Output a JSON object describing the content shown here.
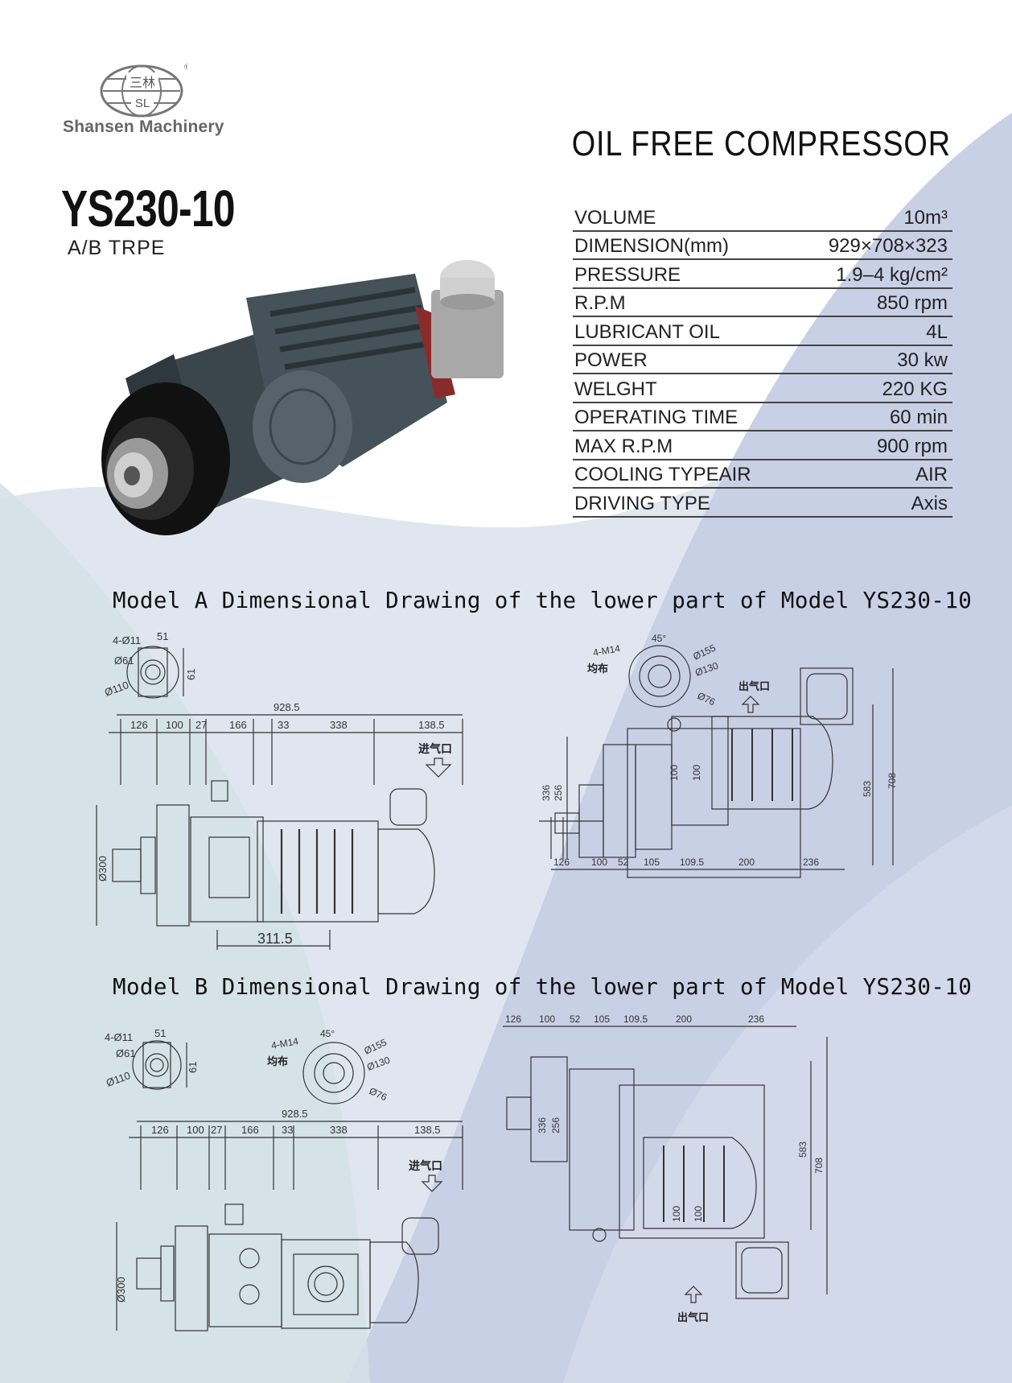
{
  "brand": {
    "name": "Shansen Machinery",
    "logo_glyphs": "三林",
    "logo_initials": "SL",
    "registered": "®"
  },
  "title": "OIL FREE COMPRESSOR",
  "model": {
    "name": "YS230-10",
    "subtype": "A/B  TRPE"
  },
  "specs": [
    {
      "label": "VOLUME",
      "value": "10m³"
    },
    {
      "label": "DIMENSION(mm)",
      "value": "929×708×323"
    },
    {
      "label": "PRESSURE",
      "value": "1.9–4 kg/cm²"
    },
    {
      "label": "R.P.M",
      "value": "850 rpm"
    },
    {
      "label": "LUBRICANT OIL",
      "value": "4L"
    },
    {
      "label": "POWER",
      "value": "30 kw"
    },
    {
      "label": "WELGHT",
      "value": "220 KG"
    },
    {
      "label": "OPERATING TIME",
      "value": "60 min"
    },
    {
      "label": "MAX R.P.M",
      "value": "900 rpm"
    },
    {
      "label": "COOLING TYPEAIR",
      "value": "AIR"
    },
    {
      "label": "DRIVING TYPE",
      "value": "Axis"
    }
  ],
  "sections": {
    "model_a": "Model A Dimensional Drawing of the lower part of Model YS230-10",
    "model_b": "Model B Dimensional Drawing of the lower part of Model YS230-10"
  },
  "drawing_a": {
    "flange_small": {
      "holes": "4-Ø11",
      "width": "51",
      "d1": "Ø61",
      "d2": "Ø110",
      "h": "61"
    },
    "flange_large": {
      "holes": "4-M14",
      "note": "均布",
      "angle": "45°",
      "d1": "Ø155",
      "d2": "Ø130",
      "d3": "Ø76"
    },
    "overall": "928.5",
    "segments": [
      "126",
      "100",
      "27",
      "166",
      "33",
      "338",
      "138.5"
    ],
    "inlet": "进气口",
    "outlet": "出气口",
    "diameter": "Ø300",
    "base": "311.5",
    "side_segments": [
      "126",
      "100",
      "52",
      "105",
      "109.5",
      "200",
      "236"
    ],
    "v_dims": [
      "336",
      "256",
      "100",
      "100",
      "583",
      "708"
    ]
  },
  "drawing_b": {
    "flange_small": {
      "holes": "4-Ø11",
      "width": "51",
      "d1": "Ø61",
      "d2": "Ø110",
      "h": "61"
    },
    "flange_large": {
      "holes": "4-M14",
      "note": "均布",
      "angle": "45°",
      "d1": "Ø155",
      "d2": "Ø130",
      "d3": "Ø76"
    },
    "overall": "928.5",
    "segments": [
      "126",
      "100",
      "27",
      "166",
      "33",
      "338",
      "138.5"
    ],
    "inlet": "进气口",
    "outlet": "出气口",
    "diameter": "Ø300",
    "side_segments": [
      "126",
      "100",
      "52",
      "105",
      "109.5",
      "200",
      "236"
    ],
    "v_dims": [
      "336",
      "256",
      "100",
      "100",
      "583",
      "708"
    ]
  },
  "colors": {
    "bg_wave_blue": "#c9d1e6",
    "bg_wave_light": "#dde4ee",
    "bg_wave_teal": "#c9dde0",
    "machine_body": "#3e4a52",
    "line": "#333333"
  }
}
